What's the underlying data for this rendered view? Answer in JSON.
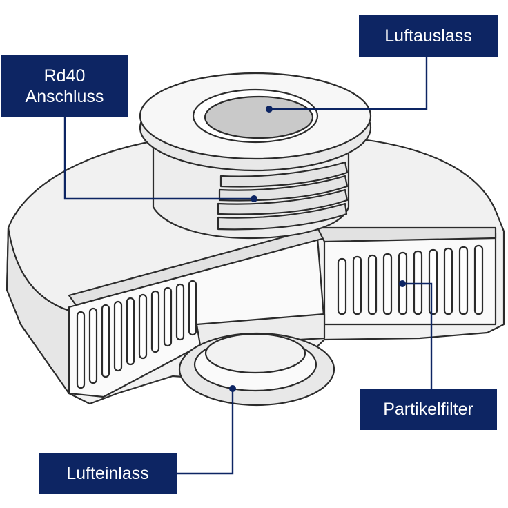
{
  "labels": {
    "air_outlet": "Luftauslass",
    "connection_line1": "Rd40",
    "connection_line2": "Anschluss",
    "particle_filter": "Partikelfilter",
    "air_inlet": "Lufteinlass"
  },
  "colors": {
    "label_background": "#0d2563",
    "label_text": "#ffffff",
    "outline": "#2b2b2b",
    "body_fill": "#f1f1f1",
    "shade_fill": "#d9d9d9",
    "leader_line": "#0d2563"
  }
}
